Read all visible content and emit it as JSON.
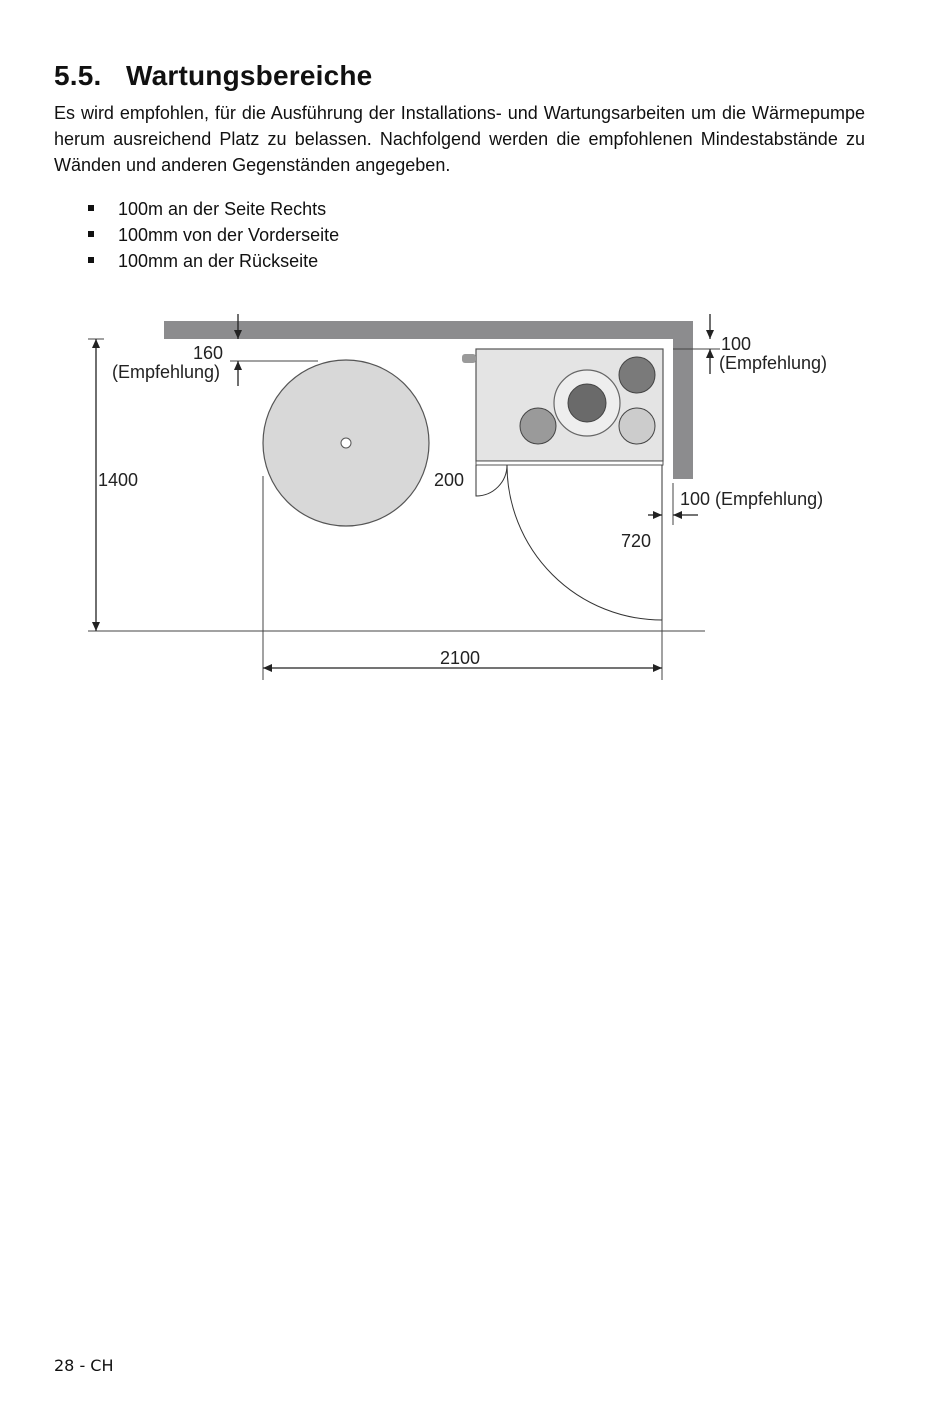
{
  "section": {
    "number": "5.5.",
    "title": "Wartungsbereiche"
  },
  "intro": "Es wird empfohlen, für die Ausführung der Installations- und Wartungsarbeiten um die Wärmepumpe herum ausreichend Platz zu belassen. Nachfolgend werden die empfohlenen Mindestabstände zu Wänden und anderen Gegenständen angegeben.",
  "bullets": [
    "100m an der Seite Rechts",
    "100mm von der Vorderseite",
    "100mm an der Rückseite"
  ],
  "diagram": {
    "labels": {
      "top_left_value": "160",
      "top_left_note": "(Empfehlung)",
      "top_right_value": "100",
      "top_right_note": "(Empfehlung)",
      "height": "1400",
      "door": "200",
      "right_side": "100 (Empfehlung)",
      "unit_depth": "720",
      "width": "2100"
    },
    "colors": {
      "wall": "#8c8c8e",
      "tank": "#d8d8d8",
      "unit": "#e4e4e4",
      "port_dark": "#6a6a6a",
      "port_mid": "#9a9a9a",
      "port_light": "#cccccc"
    }
  },
  "footer": "28 - CH"
}
